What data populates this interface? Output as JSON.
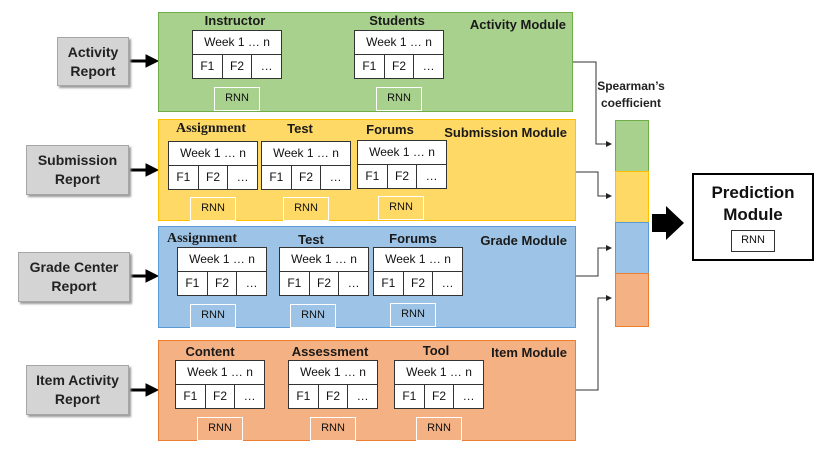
{
  "colors": {
    "activity": {
      "fill": "#a9d18e",
      "border": "#70ad47"
    },
    "submission": {
      "fill": "#ffd966",
      "border": "#ffc000"
    },
    "grade": {
      "fill": "#9dc3e6",
      "border": "#5b9bd5"
    },
    "item": {
      "fill": "#f4b183",
      "border": "#ed7d31"
    },
    "arrow": "#000000"
  },
  "reports": [
    {
      "id": "activity",
      "label": "Activity\nReport"
    },
    {
      "id": "submission",
      "label": "Submission\nReport"
    },
    {
      "id": "grade",
      "label": "Grade Center\nReport"
    },
    {
      "id": "item",
      "label": "Item Activity\nReport"
    }
  ],
  "modules": [
    {
      "id": "activity",
      "title": "Activity Module",
      "groups": [
        {
          "label": "Instructor",
          "week": "Week 1 … n",
          "cells": [
            "F1",
            "F2",
            "…"
          ],
          "rnn": "RNN"
        },
        {
          "label": "Students",
          "week": "Week 1 … n",
          "cells": [
            "F1",
            "F2",
            "…"
          ],
          "rnn": "RNN"
        }
      ]
    },
    {
      "id": "submission",
      "title": "Submission Module",
      "groups": [
        {
          "label": "Assignment",
          "week": "Week 1 … n",
          "cells": [
            "F1",
            "F2",
            "…"
          ],
          "rnn": "RNN"
        },
        {
          "label": "Test",
          "week": "Week 1 … n",
          "cells": [
            "F1",
            "F2",
            "…"
          ],
          "rnn": "RNN"
        },
        {
          "label": "Forums",
          "week": "Week 1 … n",
          "cells": [
            "F1",
            "F2",
            "…"
          ],
          "rnn": "RNN"
        }
      ]
    },
    {
      "id": "grade",
      "title": "Grade Module",
      "groups": [
        {
          "label": "Assignment",
          "week": "Week 1 … n",
          "cells": [
            "F1",
            "F2",
            "…"
          ],
          "rnn": "RNN"
        },
        {
          "label": "Test",
          "week": "Week 1 … n",
          "cells": [
            "F1",
            "F2",
            "…"
          ],
          "rnn": "RNN"
        },
        {
          "label": "Forums",
          "week": "Week 1 … n",
          "cells": [
            "F1",
            "F2",
            "…"
          ],
          "rnn": "RNN"
        }
      ]
    },
    {
      "id": "item",
      "title": "Item Module",
      "groups": [
        {
          "label": "Content",
          "week": "Week 1 … n",
          "cells": [
            "F1",
            "F2",
            "…"
          ],
          "rnn": "RNN"
        },
        {
          "label": "Assessment",
          "week": "Week 1 … n",
          "cells": [
            "F1",
            "F2",
            "…"
          ],
          "rnn": "RNN"
        },
        {
          "label": "Tool",
          "week": "Week 1 … n",
          "cells": [
            "F1",
            "F2",
            "…"
          ],
          "rnn": "RNN"
        }
      ]
    }
  ],
  "spearman": {
    "label": "Spearman’s\ncoefficient"
  },
  "prediction": {
    "title": "Prediction\nModule",
    "rnn": "RNN"
  }
}
